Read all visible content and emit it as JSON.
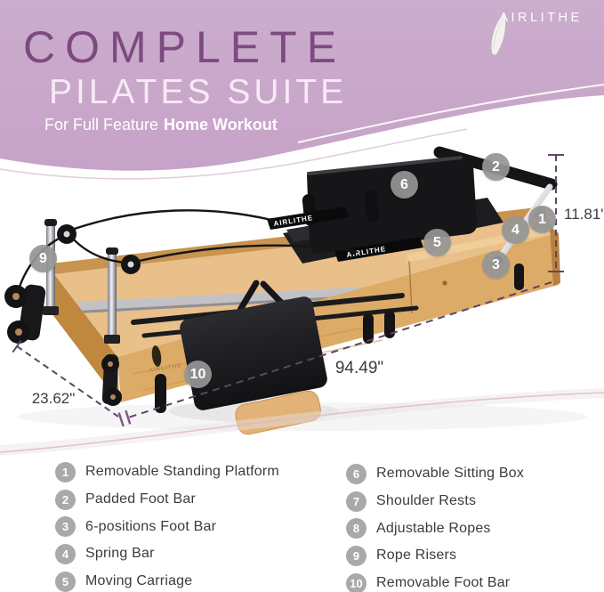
{
  "header": {
    "title_line1": "COMPLETE",
    "title_line2": "PILATES SUITE",
    "subtitle_prefix": "For Full Feature",
    "subtitle_bold": "Home Workout",
    "brand": "AIRLITHE"
  },
  "colors": {
    "header_bg": "#c7a4c8",
    "title_dark": "#7d4a80",
    "title_light": "#f8e9f6",
    "dimension_line": "#5e4663",
    "callout_circle": "#949494",
    "legend_circle": "#a9a9a9",
    "legend_text": "#3c3c3c",
    "wood": "#dcab67"
  },
  "product": {
    "strap_brand": "AIRLITHE",
    "strap_brand_2": "AIRLITHE",
    "rail_brand": "AIRLITHE"
  },
  "dimensions": {
    "height": "11.81\"",
    "length": "94.49\"",
    "width": "23.62\""
  },
  "callouts": {
    "visible": [
      {
        "number": "1"
      },
      {
        "number": "2"
      },
      {
        "number": "3"
      },
      {
        "number": "4"
      },
      {
        "number": "5"
      },
      {
        "number": "6"
      },
      {
        "number": "9"
      },
      {
        "number": "10"
      }
    ]
  },
  "legend": {
    "items": [
      {
        "num": "1",
        "label": "Removable Standing Platform"
      },
      {
        "num": "2",
        "label": "Padded Foot Bar"
      },
      {
        "num": "3",
        "label": "6-positions Foot Bar"
      },
      {
        "num": "4",
        "label": "Spring Bar"
      },
      {
        "num": "5",
        "label": "Moving Carriage"
      },
      {
        "num": "6",
        "label": "Removable Sitting Box"
      },
      {
        "num": "7",
        "label": "Shoulder Rests"
      },
      {
        "num": "8",
        "label": "Adjustable Ropes"
      },
      {
        "num": "9",
        "label": "Rope Risers"
      },
      {
        "num": "10",
        "label": "Removable Foot Bar"
      }
    ]
  }
}
